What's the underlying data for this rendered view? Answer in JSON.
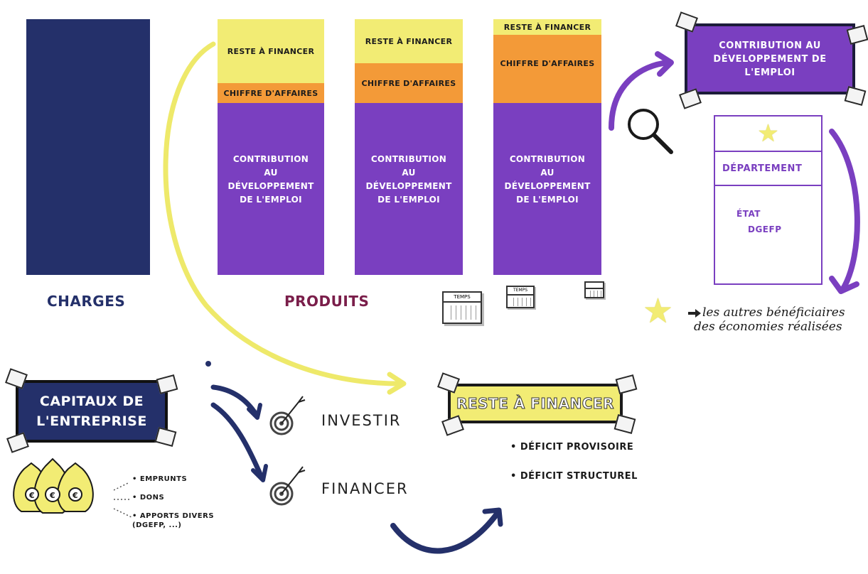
{
  "columns": {
    "charges_label": "CHARGES",
    "produits_label": "PRODUITS",
    "col1": {
      "reste": "RESTE À FINANCER",
      "ca": "CHIFFRE D'AFFAIRES",
      "contribution": "CONTRIBUTION AU DÉVELOPPEMENT DE L'EMPLOI"
    },
    "col2": {
      "reste": "RESTE À FINANCER",
      "ca": "CHIFFRE D'AFFAIRES",
      "contribution": "CONTRIBUTION AU DÉVELOPPEMENT DE L'EMPLOI"
    },
    "col3": {
      "reste": "RESTE À FINANCER",
      "ca": "CHIFFRE D'AFFAIRES",
      "contribution": "CONTRIBUTION AU DÉVELOPPEMENT DE L'EMPLOI"
    }
  },
  "calendar_text": "TEMPS",
  "right_panel": {
    "banner": "CONTRIBUTION AU DÉVELOPPEMENT DE L'EMPLOI",
    "box_departement": "DÉPARTEMENT",
    "box_etat": "ÉTAT",
    "box_dgefp": "DGEFP",
    "beneficiaires_line1": "les autres bénéficiaires",
    "beneficiaires_line2": "des économies réalisées"
  },
  "capitaux": {
    "banner_line1": "CAPITAUX DE",
    "banner_line2": "L'ENTREPRISE",
    "items": [
      "• EMPRUNTS",
      "• DONS",
      "• APPORTS DIVERS",
      "(DGEFP, ...)"
    ],
    "bag_symbol": "€"
  },
  "actions": {
    "investir": "INVESTIR",
    "financer": "FINANCER"
  },
  "reste": {
    "banner": "RESTE À FINANCER",
    "items": [
      "• DÉFICIT PROVISOIRE",
      "• DÉFICIT STRUCTUREL"
    ]
  },
  "colors": {
    "navy": "#24306a",
    "purple": "#7a3fc0",
    "yellow": "#f2ec74",
    "orange": "#f39a38",
    "produits": "#7a1e4a"
  }
}
